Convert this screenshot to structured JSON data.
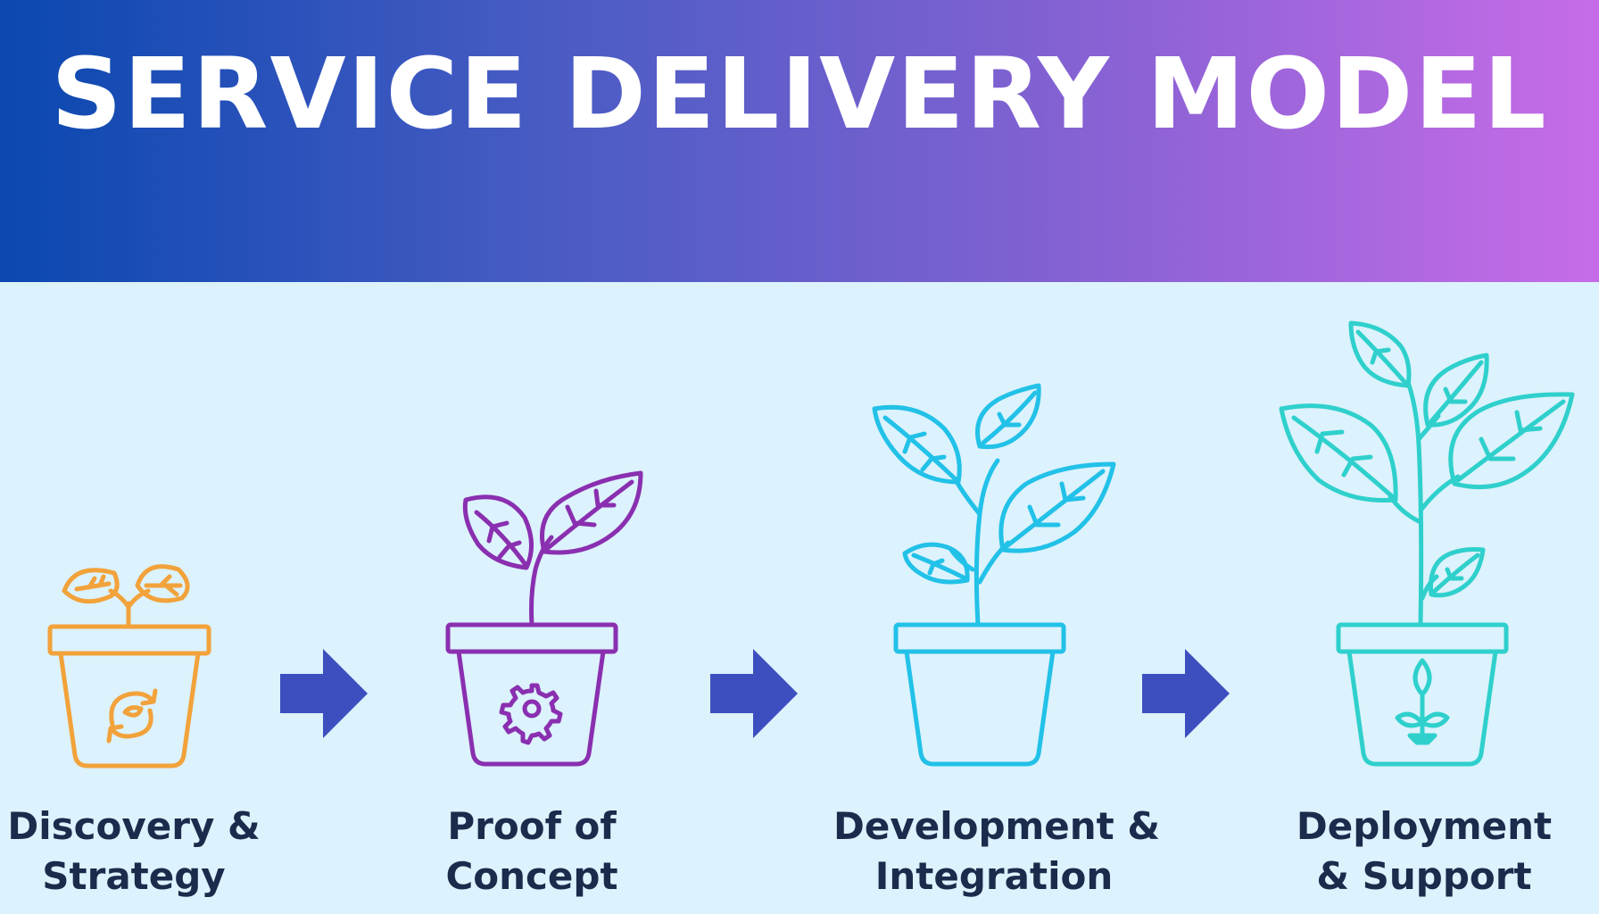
{
  "header": {
    "title": "SERVICE DELIVERY MODEL",
    "gradient_start": "#0a48b0",
    "gradient_end": "#c76ce8"
  },
  "background_color": "#dcf2fc",
  "arrow_color": "#3d4fbf",
  "stages": [
    {
      "label_line1": "Discovery &",
      "label_line2": "Strategy",
      "color": "#f2a23a",
      "pot_icon": "recycle-arrows-icon"
    },
    {
      "label_line1": "Proof of",
      "label_line2": "Concept",
      "color": "#8a2fb0",
      "pot_icon": "gear-icon"
    },
    {
      "label_line1": "Development &",
      "label_line2": "Integration",
      "color": "#22c1e8",
      "pot_icon": "none"
    },
    {
      "label_line1": "Deployment",
      "label_line2": "& Support",
      "color": "#2fd0cc",
      "pot_icon": "sprout-icon"
    }
  ]
}
